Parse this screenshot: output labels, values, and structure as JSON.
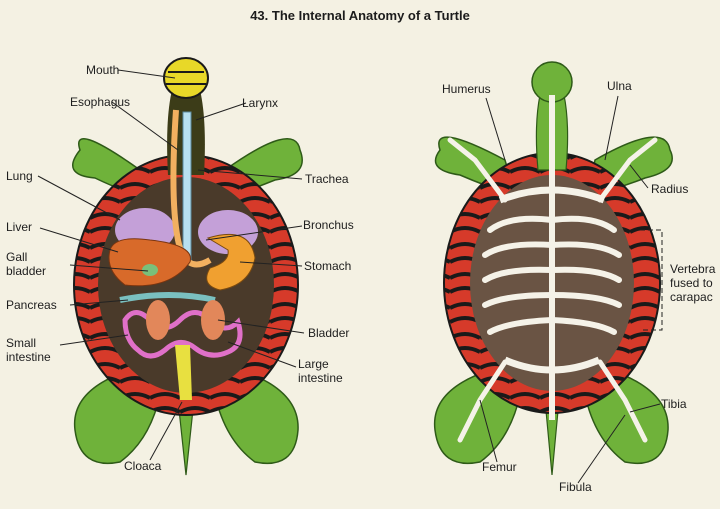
{
  "title": "43.  The Internal Anatomy of a Turtle",
  "organs_diagram": {
    "labels": {
      "mouth": "Mouth",
      "esophagus": "Esophagus",
      "larynx": "Larynx",
      "lung": "Lung",
      "trachea": "Trachea",
      "liver": "Liver",
      "bronchus": "Bronchus",
      "gall_bladder_1": "Gall",
      "gall_bladder_2": "bladder",
      "stomach": "Stomach",
      "pancreas": "Pancreas",
      "small_intestine_1": "Small",
      "small_intestine_2": "intestine",
      "bladder": "Bladder",
      "large_intestine_1": "Large",
      "large_intestine_2": "intestine",
      "cloaca": "Cloaca"
    }
  },
  "skeleton_diagram": {
    "labels": {
      "humerus": "Humerus",
      "ulna": "Ulna",
      "radius": "Radius",
      "vertebrae_1": "Vertebra",
      "vertebrae_2": "fused to",
      "vertebrae_3": "carapac",
      "tibia": "Tibia",
      "femur": "Femur",
      "fibula": "Fibula"
    }
  },
  "colors": {
    "background": "#f4f1e3",
    "skin": "#6fb23a",
    "shell_red": "#d63a2a",
    "shell_dark": "#1a1a1a",
    "body_cavity": "#4a3a2a",
    "bone": "#f5f2e8",
    "pointer": "#222222"
  }
}
